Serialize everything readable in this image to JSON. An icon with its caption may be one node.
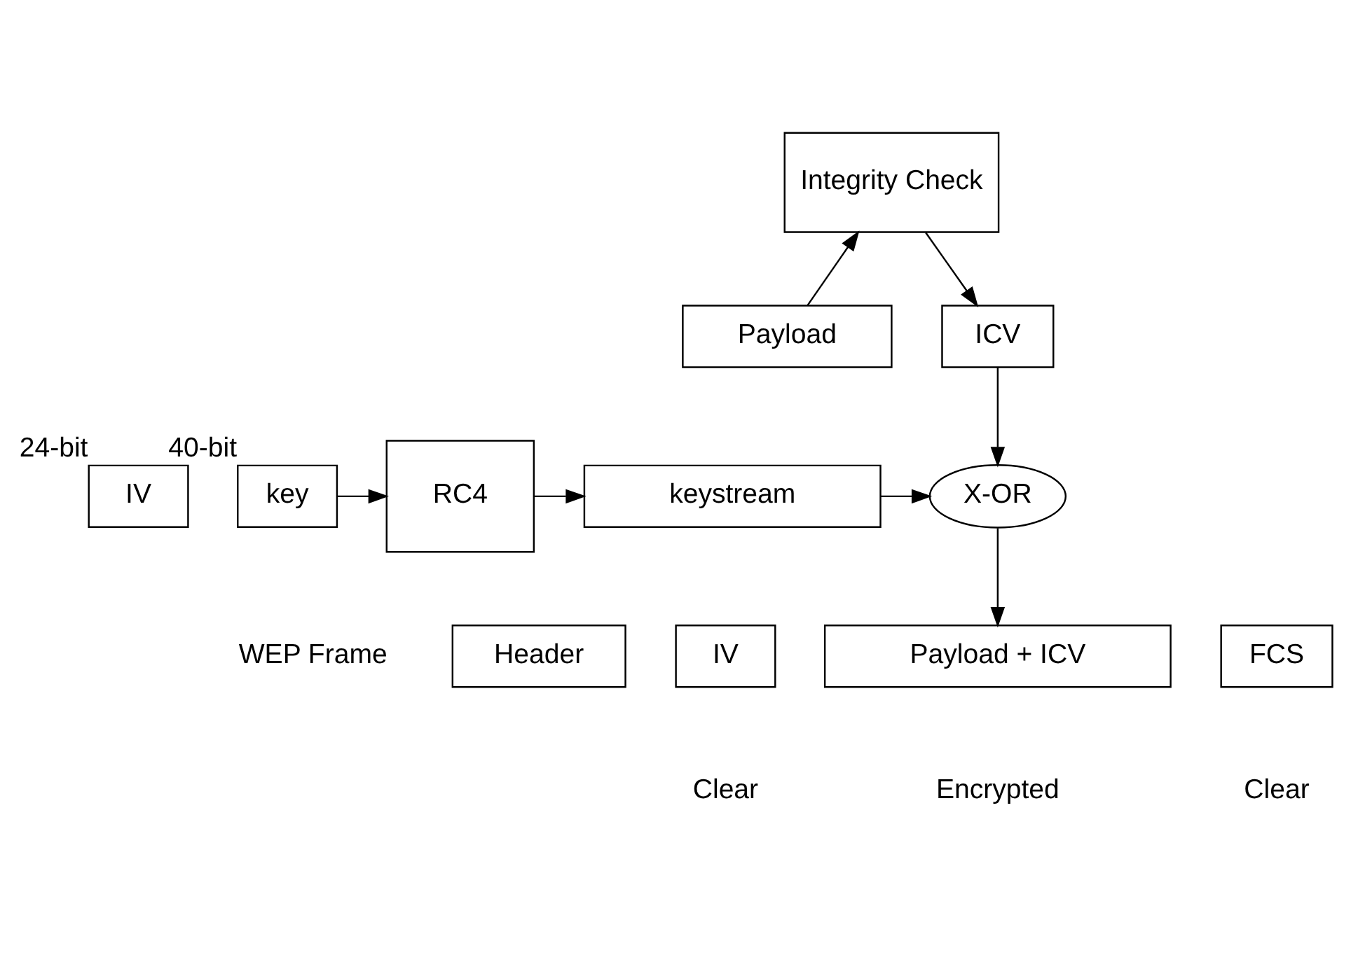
{
  "diagram": {
    "nodes": [
      {
        "text": [
          "Integrity Check"
        ]
      },
      {
        "text": [
          "Payload"
        ]
      },
      {
        "text": [
          "ICV"
        ]
      },
      {
        "text": [
          "X-OR"
        ]
      },
      {
        "text": [
          "IV"
        ],
        "beside": [
          "24-bit"
        ]
      },
      {
        "text": [
          "key"
        ],
        "beside": [
          "40-bit"
        ]
      },
      {
        "text": [
          "RC4"
        ]
      },
      {
        "text": [
          "keystream"
        ]
      },
      {
        "text": [
          "Header"
        ]
      },
      {
        "text": [
          "IV"
        ]
      },
      {
        "text": [
          "Payload + ICV"
        ]
      },
      {
        "text": [
          "FCS"
        ]
      }
    ],
    "edges": [
      {
        "from": 1,
        "to": 0,
        "arrow": "to"
      },
      {
        "from": 0,
        "to": 2,
        "arrow": "to"
      },
      {
        "from": 2,
        "to": 3,
        "arrow": "to"
      },
      {
        "from": 5,
        "to": 6,
        "arrow": "to"
      },
      {
        "from": 6,
        "to": 7,
        "arrow": "to"
      },
      {
        "from": 7,
        "to": 3,
        "arrow": "to"
      },
      {
        "from": 3,
        "to": 10,
        "arrow": "to"
      }
    ],
    "labels": [
      "WEP Frame",
      "Clear",
      "Encrypted",
      "Clear"
    ]
  }
}
